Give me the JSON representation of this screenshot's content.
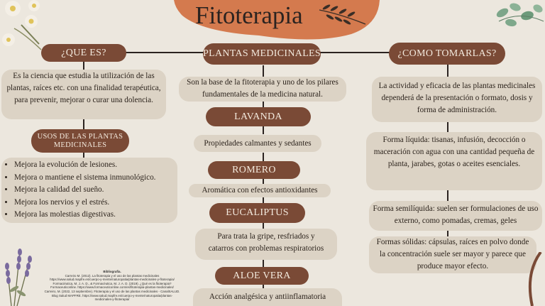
{
  "title": "Fitoterapia",
  "headers": {
    "que_es": "¿QUE ES?",
    "plantas": "PLANTAS MEDICINALES",
    "como": "¿COMO TOMARLAS?"
  },
  "que_es_text": "Es la ciencia que estudia la utilización de las plantas, raíces etc. con una finalidad terapéutica, para prevenir, mejorar o curar una dolencia.",
  "usos_label": "USOS DE LAS PLANTAS MEDICINALES",
  "usos": [
    "Mejora la evolución de lesiones.",
    "Mejora o mantiene el sistema inmunológico.",
    "Mejora la calidad del sueño.",
    "Mejora los nervios y el estrés.",
    "Mejora las molestias digestivas."
  ],
  "plantas_text": "Son la base de la fitoterapia y uno de los pilares fundamentales de la medicina natural.",
  "plants": [
    {
      "name": "LAVANDA",
      "desc": "Propiedades calmantes y sedantes"
    },
    {
      "name": "ROMERO",
      "desc": "Aromática con efectos antioxidantes"
    },
    {
      "name": "EUCALIPTUS",
      "desc": "Para trata la gripe, resfriados y catarros con problemas respiratorios"
    },
    {
      "name": "ALOE VERA",
      "desc": "Acción analgésica y antiinflamatoria"
    }
  ],
  "como_intro": "La actividad y eficacia de las plantas medicinales dependerá de la presentación o formato, dosis y forma de administración.",
  "forms": [
    "Forma líquida:  tisanas, infusión, decocción o maceración con agua con una cantidad pequeña de planta, jarabes, gotas o aceites esenciales.",
    "Forma semilíquida: suelen ser formulaciones de uso externo, como pomadas, cremas, geles",
    "Formas sólidas: cápsulas, raíces en polvo donde la concentración suele ser mayor y parece que produce mayor efecto."
  ],
  "bibliography": {
    "heading": "Bibliografía.",
    "lines": [
      "Carreiro M. (2012). La fitoterapia y el uso de las plantas medicinales",
      "https://www.salud.mapfre.es/cuerpo-y-mente/naturopatia/plantas-medicinales-y-fitoterapia/",
      "Formaciéutica, M. J. A. D., & Formacéutica, M. J. A. D. (2019). ¿Qué es la fitoterapia?",
      "Formaceuticonline. https://www.formaceuticonline.com/es/fitoterapia-plantas-medicinales/",
      "Carreiro, M. (2022, 13 septiembre). Fitoterapia y el uso de las plantas medicinales - CanalSALUD.",
      "Blog Salud MAPFRE. https://www.salud.mapfre.es/cuerpo-y-mente/naturopatia/plantas-",
      "medicinales-y-fitoterapia/"
    ]
  },
  "colors": {
    "accent": "#7a4a36",
    "title_blob": "#d47a4e",
    "background": "#ece7de",
    "box": "#dcd3c5"
  }
}
